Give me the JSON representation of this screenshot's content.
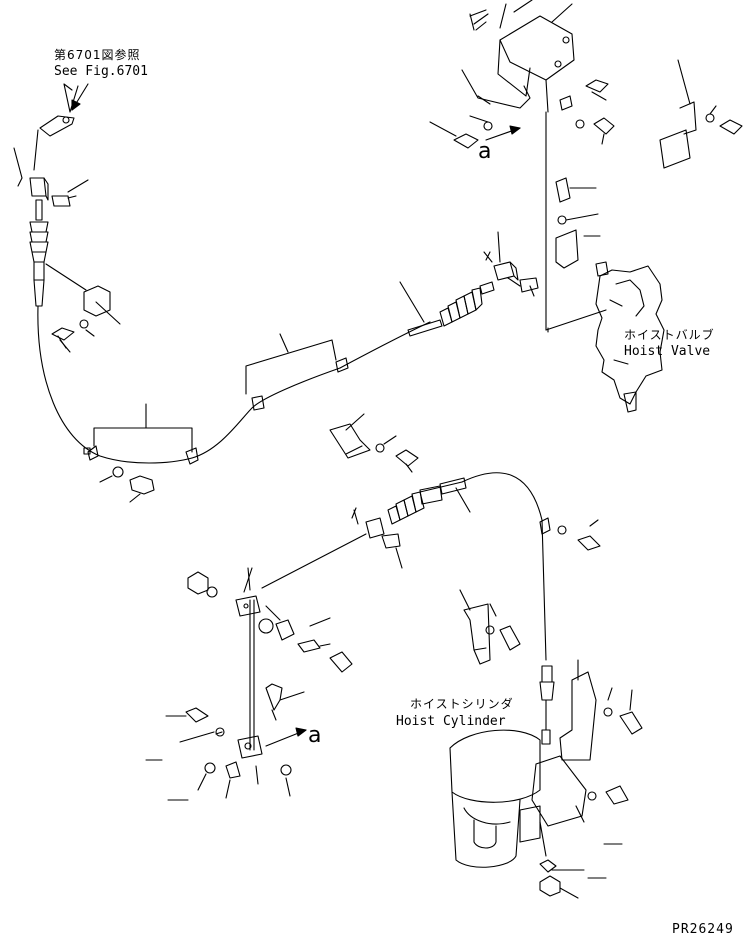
{
  "labels": {
    "ref_jp": "第6701図参照",
    "ref_en": "See Fig.6701",
    "hoist_valve_jp": "ホイストバルブ",
    "hoist_valve_en": "Hoist Valve",
    "hoist_cyl_jp": "ホイストシリンダ",
    "hoist_cyl_en": "Hoist Cylinder",
    "view_a_top": "a",
    "view_a_bottom": "a",
    "drawing_code": "PR26249"
  },
  "colors": {
    "line": "#000000",
    "background": "#ffffff"
  }
}
